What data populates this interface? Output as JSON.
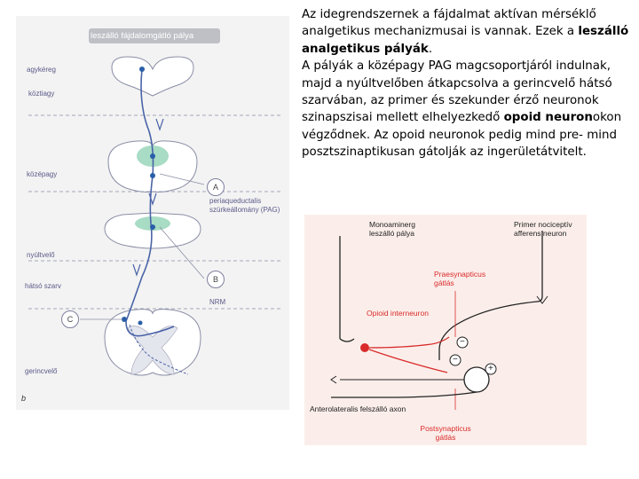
{
  "left_figure": {
    "title": "leszálló fájdalomgátló pálya",
    "labels": {
      "agykereg": "agykéreg",
      "koztiagy": "köztiagy",
      "kozepagy": "középagy",
      "nyultvelo": "nyúltvelő",
      "hatso_szarv": "hátsó szarv",
      "gerincvelo": "gerincvelő",
      "pag": "periaqueductalis szürkeállomány (PAG)",
      "nrm": "NRM",
      "panel_letter": "b"
    },
    "markers": {
      "a": "A",
      "b": "B",
      "c": "C"
    }
  },
  "text": {
    "line1": "Az idegrendszernek a fájdalmat aktívan mérséklő analgetikus mechanizmusai is vannak. Ezek a ",
    "bold1": "leszálló analgetikus pályák",
    "line1_end": ".",
    "line2": "A pályák a középagy PAG magcsoportjáról indulnak, majd a nyúltvelőben átkapcsolva a gerincvelő hátsó szarvában, az primer és szekunder érző neuronok szinapszisai mellett elhelyezkedő ",
    "bold2": "opoid neuron",
    "line2_end": "okon végződnek. Az opoid neuronok pedig mind pre- mind posztszinaptikusan gátolják az ingerületátvitelt."
  },
  "right_figure": {
    "monoaminerg": "Monoaminerg leszálló pálya",
    "primer": "Primer nociceptív afferens neuron",
    "praesyn": "Praesynapticus gátlás",
    "opioid": "Opioid interneuron",
    "anterolat": "Anterolateralis felszálló axon",
    "postsyn": "Postsynapticus gátlás",
    "minus": "−",
    "plus": "+",
    "colors": {
      "red": "#d92b2b",
      "dark": "#222222"
    }
  }
}
